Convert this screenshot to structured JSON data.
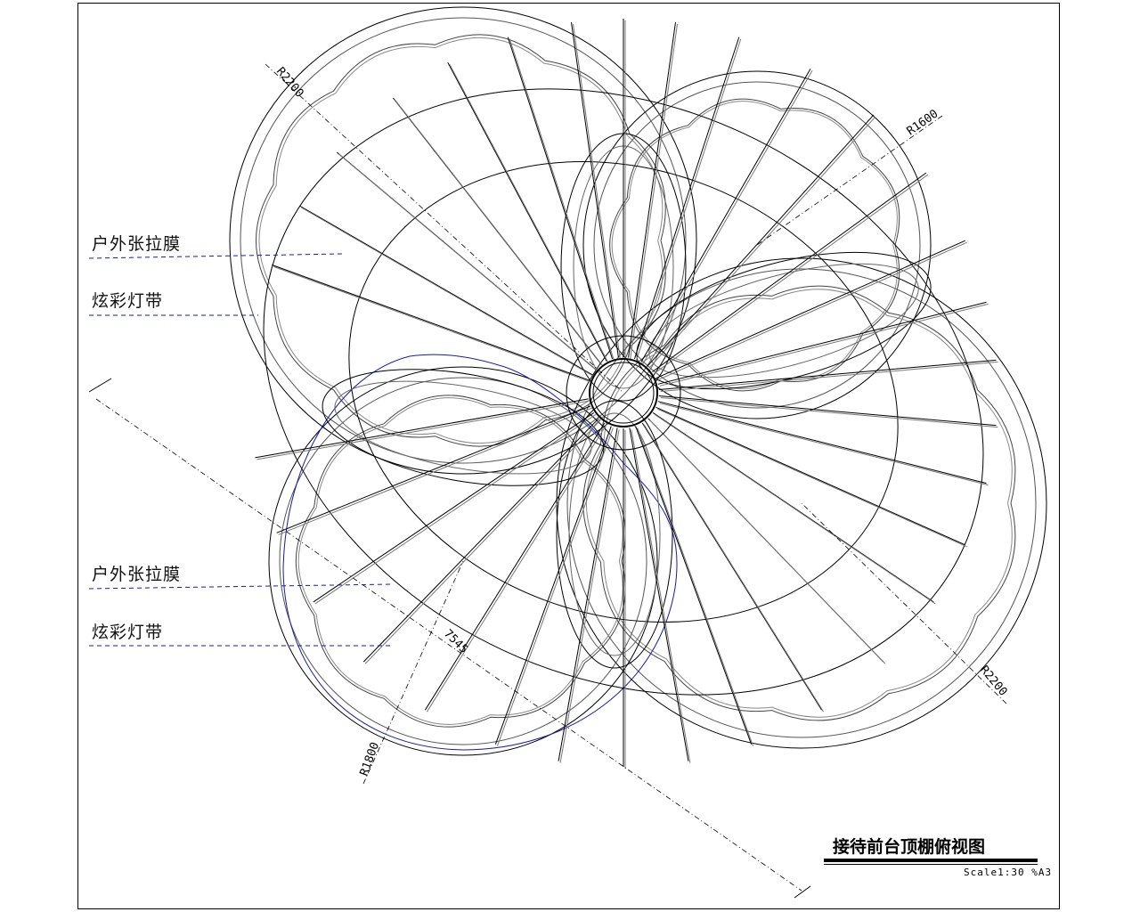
{
  "drawing": {
    "title": "接待前台顶棚俯视图",
    "scale": "Scale1:30 %A3",
    "callouts": [
      {
        "text": "户外张拉膜"
      },
      {
        "text": "炫彩灯带"
      },
      {
        "text": "户外张拉膜"
      },
      {
        "text": "炫彩灯带"
      }
    ],
    "dimensions": {
      "r_top_left": "R2200",
      "r_top_right": "R1600",
      "r_bottom_right": "R2200",
      "r_bottom_left": "R1800",
      "diagonal": "7545"
    },
    "colors": {
      "line": "#000000",
      "highlight": "#1a1aa8",
      "leader": "#1a1aa8"
    }
  }
}
